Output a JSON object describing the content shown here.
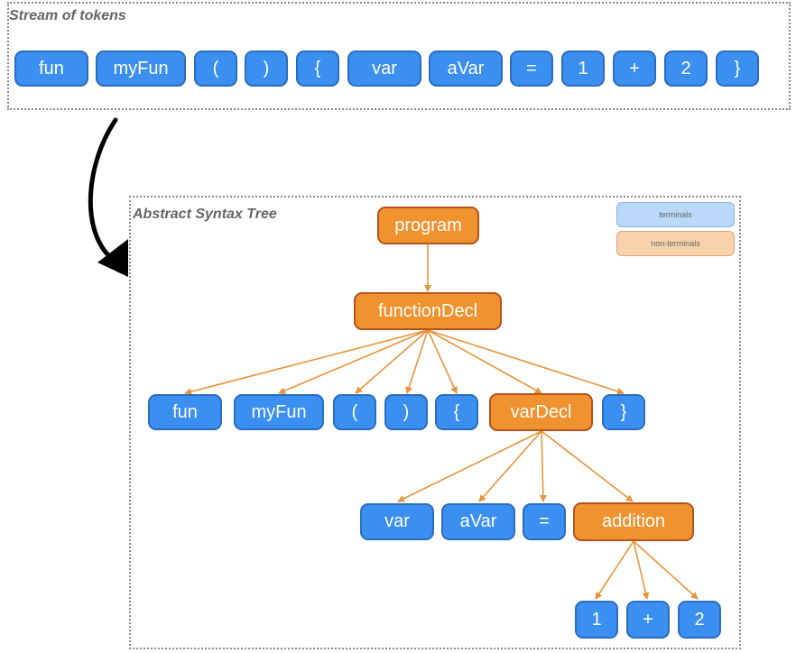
{
  "stream_title": "Stream of tokens",
  "ast_title": "Abstract Syntax Tree",
  "legend": {
    "terminals": "terminals",
    "nonterminals": "non-terminals"
  },
  "colors": {
    "terminal": "#3a8ff0",
    "nonterminal": "#f0922e",
    "edge": "#e8943a"
  },
  "stream_tokens": [
    "fun",
    "myFun",
    "(",
    ")",
    "{",
    "var",
    "aVar",
    "=",
    "1",
    "+",
    "2",
    "}"
  ],
  "tree": {
    "program": "program",
    "functionDecl": "functionDecl",
    "fun": "fun",
    "myFun": "myFun",
    "lparen": "(",
    "rparen": ")",
    "lbrace": "{",
    "varDecl": "varDecl",
    "rbrace": "}",
    "var": "var",
    "aVar": "aVar",
    "eq": "=",
    "addition": "addition",
    "one": "1",
    "plus": "+",
    "two": "2"
  }
}
